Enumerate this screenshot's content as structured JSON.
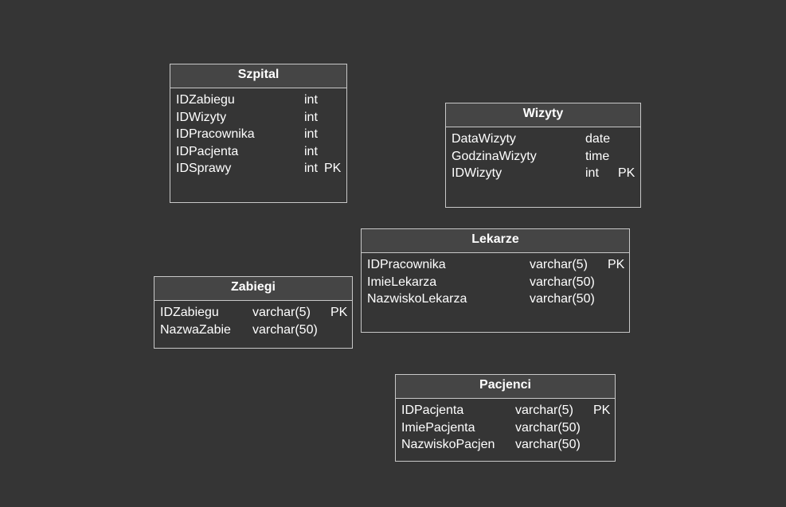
{
  "entities": {
    "szpital": {
      "title": "Szpital",
      "fields": [
        {
          "name": "IDZabiegu",
          "type": "int",
          "key": ""
        },
        {
          "name": "IDWizyty",
          "type": "int",
          "key": ""
        },
        {
          "name": "IDPracownika",
          "type": "int",
          "key": ""
        },
        {
          "name": "IDPacjenta",
          "type": "int",
          "key": ""
        },
        {
          "name": "IDSprawy",
          "type": "int",
          "key": "PK"
        }
      ]
    },
    "wizyty": {
      "title": "Wizyty",
      "fields": [
        {
          "name": "DataWizyty",
          "type": "date",
          "key": ""
        },
        {
          "name": "GodzinaWizyty",
          "type": "time",
          "key": ""
        },
        {
          "name": "IDWizyty",
          "type": "int",
          "key": "PK"
        }
      ]
    },
    "lekarze": {
      "title": "Lekarze",
      "fields": [
        {
          "name": "IDPracownika",
          "type": "varchar(5)",
          "key": "PK"
        },
        {
          "name": "ImieLekarza",
          "type": "varchar(50)",
          "key": ""
        },
        {
          "name": "NazwiskoLekarza",
          "type": "varchar(50)",
          "key": ""
        }
      ]
    },
    "zabiegi": {
      "title": "Zabiegi",
      "fields": [
        {
          "name": "IDZabiegu",
          "type": "varchar(5)",
          "key": "PK"
        },
        {
          "name": "NazwaZabie",
          "type": "varchar(50)",
          "key": ""
        }
      ]
    },
    "pacjenci": {
      "title": "Pacjenci",
      "fields": [
        {
          "name": "IDPacjenta",
          "type": "varchar(5)",
          "key": "PK"
        },
        {
          "name": "ImiePacjenta",
          "type": "varchar(50)",
          "key": ""
        },
        {
          "name": "NazwiskoPacjen",
          "type": "varchar(50)",
          "key": ""
        }
      ]
    }
  }
}
